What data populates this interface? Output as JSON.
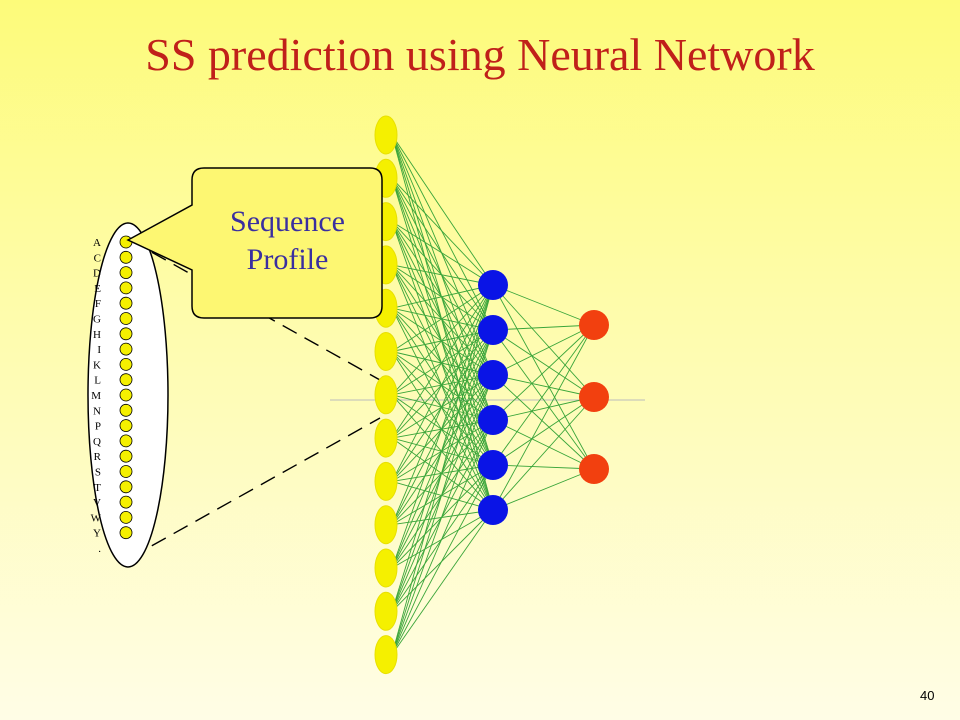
{
  "slide": {
    "title": "SS prediction using Neural Network",
    "page_number": "40"
  },
  "callout": {
    "line1": "Sequence",
    "line2": "Profile"
  },
  "profile": {
    "letters": [
      "A",
      "C",
      "D",
      "E",
      "F",
      "G",
      "H",
      "I",
      "K",
      "L",
      "M",
      "N",
      "P",
      "Q",
      "R",
      "S",
      "T",
      "V",
      "W",
      "Y",
      "."
    ],
    "selected_letter": "N"
  },
  "network": {
    "input_nodes": 13,
    "hidden_nodes": 6,
    "output_nodes": 3
  },
  "colors": {
    "input_node": "#f5f000",
    "hidden_node": "#0a14e6",
    "output_node": "#f2400f",
    "connections": "#3aa53a",
    "title": "#c0201a",
    "callout_text": "#3a2fa0"
  }
}
